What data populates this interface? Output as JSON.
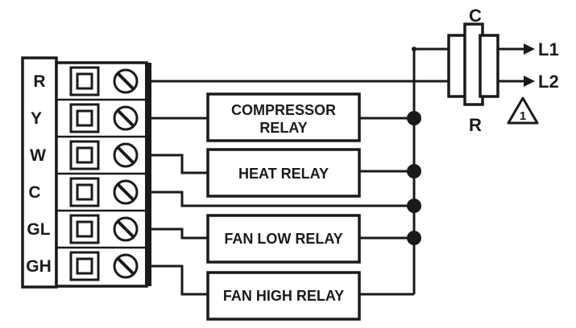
{
  "terminals": {
    "r": "R",
    "y": "Y",
    "w": "W",
    "c": "C",
    "gl": "GL",
    "gh": "GH"
  },
  "relays": {
    "compressor_line1": "COMPRESSOR",
    "compressor_line2": "RELAY",
    "heat": "HEAT RELAY",
    "fan_low": "FAN LOW RELAY",
    "fan_high": "FAN HIGH RELAY"
  },
  "transformer": {
    "top_label": "C",
    "bottom_label": "R",
    "line1": "L1",
    "line2": "L2"
  },
  "note_symbol": "1"
}
